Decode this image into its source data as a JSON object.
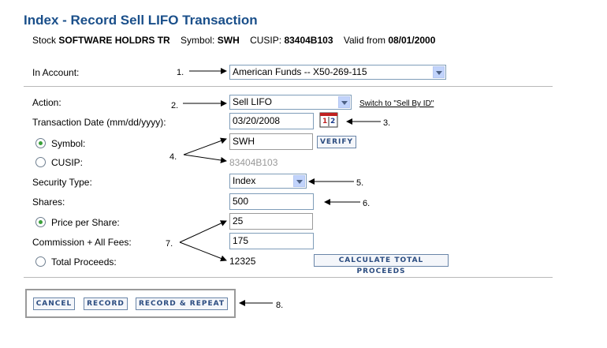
{
  "page": {
    "title": "Index - Record Sell LIFO Transaction"
  },
  "stock_info": {
    "stock_label": "Stock",
    "stock_name": "SOFTWARE HOLDRS TR",
    "symbol_label": "Symbol:",
    "symbol_value": "SWH",
    "cusip_label": "CUSIP:",
    "cusip_value": "83404B103",
    "valid_label": "Valid from",
    "valid_value": "08/01/2000"
  },
  "form": {
    "account_label": "In Account:",
    "account_value": "American Funds -- X50-269-115",
    "action_label": "Action:",
    "action_value": "Sell LIFO",
    "switch_link": "Switch to \"Sell By ID\"",
    "date_label": "Transaction Date (mm/dd/yyyy):",
    "date_value": "03/20/2008",
    "symbol_radio_label": "Symbol:",
    "symbol_value": "SWH",
    "verify_button": "VERIFY",
    "cusip_radio_label": "CUSIP:",
    "cusip_value": "83404B103",
    "security_type_label": "Security Type:",
    "security_type_value": "Index",
    "shares_label": "Shares:",
    "shares_value": "500",
    "price_label": "Price per Share:",
    "price_value": "25",
    "commission_label": "Commission + All Fees:",
    "commission_value": "175",
    "total_label": "Total Proceeds:",
    "total_value": "12325",
    "calculate_button": "CALCULATE TOTAL PROCEEDS",
    "symbol_selected": true,
    "price_selected": true
  },
  "buttons": {
    "cancel": "CANCEL",
    "record": "RECORD",
    "record_repeat": "RECORD & REPEAT"
  },
  "callouts": [
    "1.",
    "2.",
    "3.",
    "4.",
    "5.",
    "6.",
    "7.",
    "8."
  ],
  "icons": {
    "calendar": "calendar-icon",
    "dropdown": "chevron-down-icon"
  },
  "colors": {
    "title": "#1a4f8a",
    "button_text": "#2b4c80",
    "radio_selected": "#3aa03a"
  }
}
